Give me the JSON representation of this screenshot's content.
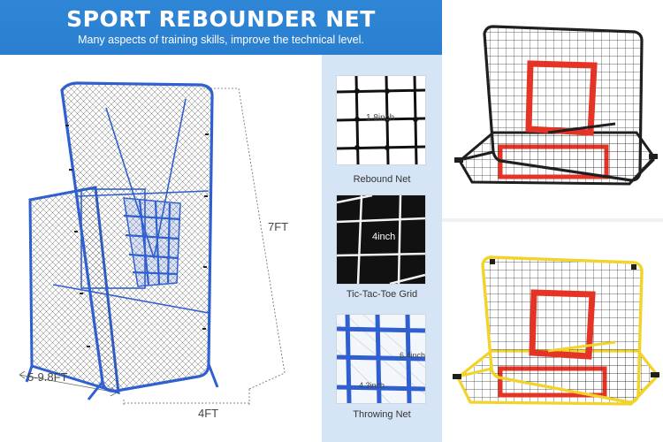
{
  "header": {
    "title": "SPORT REBOUNDER NET",
    "subtitle": "Many aspects of training skills, improve the technical level."
  },
  "dimensions": {
    "height": "7FT",
    "width": "4FT",
    "depth": "5-9.8FT"
  },
  "details": [
    {
      "caption": "Rebound Net",
      "measure": "1.8inch"
    },
    {
      "caption": "Tic-Tac-Toe Grid",
      "measure": "4inch"
    },
    {
      "caption": "Throwing Net",
      "measure_a": "6.4inch",
      "measure_b": "4.3inch"
    }
  ],
  "colors": {
    "banner": "#2f86d6",
    "frame_blue": "#2f5fd0",
    "strip": "#d5e5f5",
    "target_red": "#e53325",
    "frame_black": "#1f1f1f",
    "frame_yellow": "#f1d32a"
  }
}
